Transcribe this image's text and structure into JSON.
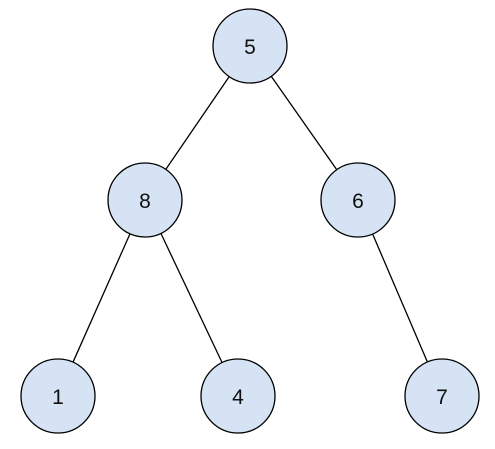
{
  "tree": {
    "nodes": [
      {
        "id": "n5",
        "label": "5"
      },
      {
        "id": "n8",
        "label": "8"
      },
      {
        "id": "n6",
        "label": "6"
      },
      {
        "id": "n1",
        "label": "1"
      },
      {
        "id": "n4",
        "label": "4"
      },
      {
        "id": "n7",
        "label": "7"
      }
    ],
    "edges": [
      {
        "from": "n5",
        "to": "n8"
      },
      {
        "from": "n5",
        "to": "n6"
      },
      {
        "from": "n8",
        "to": "n1"
      },
      {
        "from": "n8",
        "to": "n4"
      },
      {
        "from": "n6",
        "to": "n7"
      }
    ]
  },
  "colors": {
    "node_fill": "#d5e3f4",
    "node_stroke": "#000000",
    "edge": "#000000",
    "label": "#111111"
  }
}
